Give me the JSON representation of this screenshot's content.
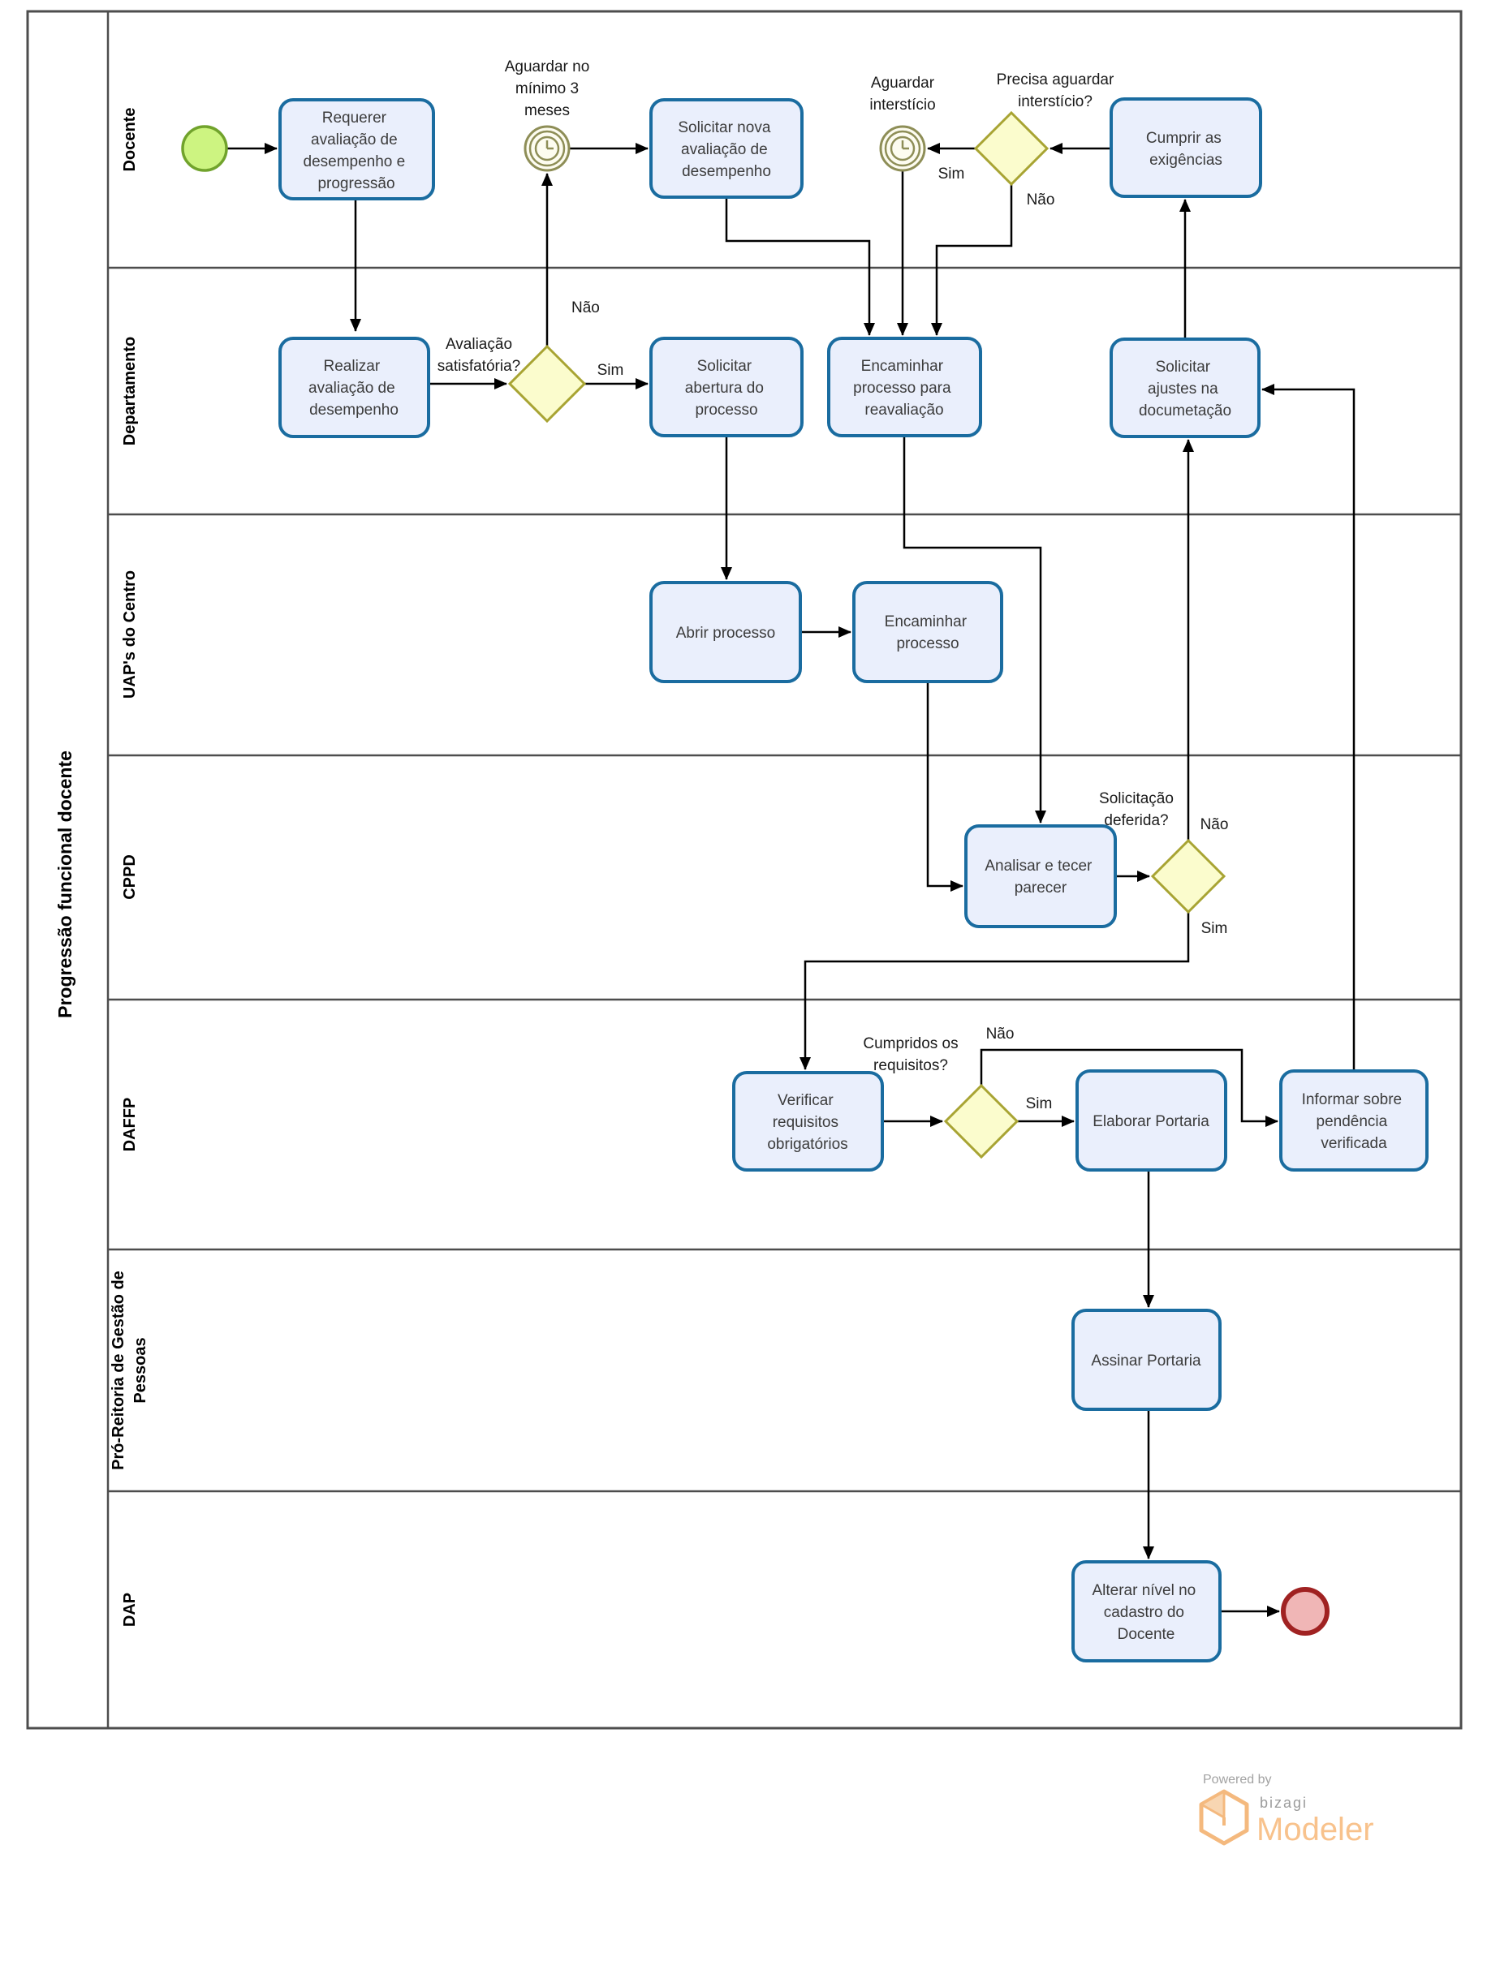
{
  "title": "Progressão funcional docente",
  "lanes": [
    {
      "lines": [
        "Docente"
      ]
    },
    {
      "lines": [
        "Departamento"
      ]
    },
    {
      "lines": [
        "UAP's do Centro"
      ]
    },
    {
      "lines": [
        "CPPD"
      ]
    },
    {
      "lines": [
        "DAFFP"
      ]
    },
    {
      "lines": [
        "Pró-Reitoria de Gestão de",
        "Pessoas"
      ]
    },
    {
      "lines": [
        "DAP"
      ]
    }
  ],
  "nodes": {
    "t1": {
      "lines": [
        "Requerer",
        "avaliação de",
        "desempenho e",
        "progressão"
      ]
    },
    "timer1": {
      "label": [
        "Aguardar no",
        "mínimo 3",
        "meses"
      ]
    },
    "t2": {
      "lines": [
        "Solicitar nova",
        "avaliação de",
        "desempenho"
      ]
    },
    "timer2": {
      "label": [
        "Aguardar",
        "interstício"
      ]
    },
    "g1": {
      "label": [
        "Precisa aguardar",
        "interstício?"
      ]
    },
    "t3": {
      "lines": [
        "Cumprir as",
        "exigências"
      ]
    },
    "t4": {
      "lines": [
        "Realizar",
        "avaliação de",
        "desempenho"
      ]
    },
    "g2": {
      "label": [
        "Avaliação",
        "satisfatória?"
      ]
    },
    "t5": {
      "lines": [
        "Solicitar",
        "abertura do",
        "processo"
      ]
    },
    "t6": {
      "lines": [
        "Encaminhar",
        "processo para",
        "reavaliação"
      ]
    },
    "t7": {
      "lines": [
        "Solicitar",
        "ajustes na",
        "documetação"
      ]
    },
    "t8": {
      "lines": [
        "Abrir processo"
      ]
    },
    "t9": {
      "lines": [
        "Encaminhar",
        "processo"
      ]
    },
    "t10": {
      "lines": [
        "Analisar e tecer",
        "parecer"
      ]
    },
    "g3": {
      "label": [
        "Solicitação",
        "deferida?"
      ]
    },
    "t11": {
      "lines": [
        "Verificar",
        "requisitos",
        "obrigatórios"
      ]
    },
    "g4": {
      "label": [
        "Cumpridos os",
        "requisitos?"
      ]
    },
    "t12": {
      "lines": [
        "Elaborar Portaria"
      ]
    },
    "t13": {
      "lines": [
        "Informar sobre",
        "pendência",
        "verificada"
      ]
    },
    "t14": {
      "lines": [
        "Assinar Portaria"
      ]
    },
    "t15": {
      "lines": [
        "Alterar nível no",
        "cadastro do",
        "Docente"
      ]
    }
  },
  "labels": {
    "g1_yes": "Sim",
    "g1_no": "Não",
    "g2_yes": "Sim",
    "g2_no": "Não",
    "g3_yes": "Sim",
    "g3_no": "Não",
    "g4_yes": "Sim",
    "g4_no": "Não"
  },
  "footer": {
    "powered_by": "Powered by",
    "brand": "bizagi",
    "product": "Modeler"
  },
  "colors": {
    "task_fill": "#eaeffc",
    "task_border": "#1a6ca0",
    "gateway_fill": "#fbfccd",
    "gateway_border": "#a8a433",
    "start_fill": "#cdf481",
    "start_border": "#71a32c",
    "end_fill": "#f0b6b6",
    "end_border": "#a02222",
    "timer": "#8e8e57",
    "flow": "#000000",
    "lane_border": "#4d4d4d",
    "logo_orange": "#f4b97e",
    "logo_gray": "#9c9c9c"
  }
}
